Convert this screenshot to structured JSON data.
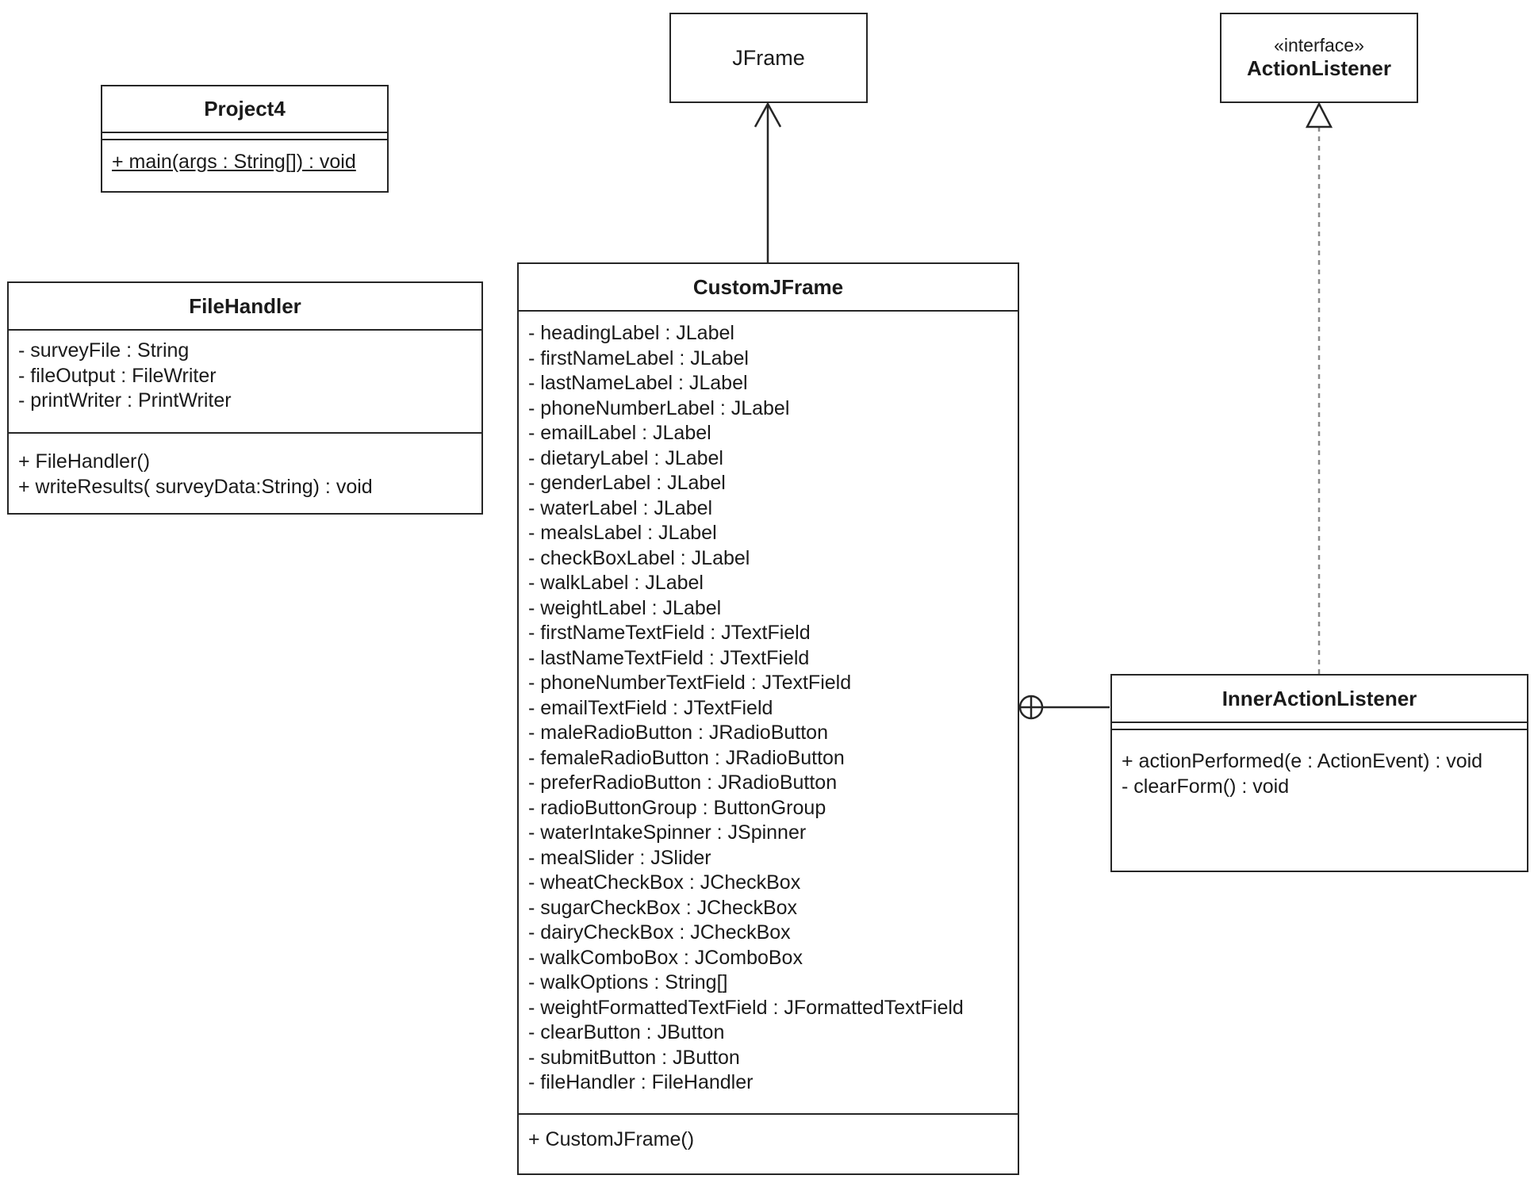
{
  "classes": {
    "project4": {
      "name": "Project4",
      "attributes": [],
      "methods": [
        "+ main(args : String[]) : void"
      ]
    },
    "filehandler": {
      "name": "FileHandler",
      "attributes": [
        "- surveyFile : String",
        "- fileOutput : FileWriter",
        "- printWriter : PrintWriter"
      ],
      "methods": [
        "+ FileHandler()",
        "+ writeResults( surveyData:String) : void"
      ]
    },
    "jframe": {
      "name": "JFrame"
    },
    "actionlistener": {
      "stereotype": "«interface»",
      "name": "ActionListener"
    },
    "customjframe": {
      "name": "CustomJFrame",
      "attributes": [
        "- headingLabel : JLabel",
        "- firstNameLabel : JLabel",
        "- lastNameLabel : JLabel",
        "- phoneNumberLabel : JLabel",
        "- emailLabel : JLabel",
        "- dietaryLabel : JLabel",
        "- genderLabel : JLabel",
        "- waterLabel : JLabel",
        "- mealsLabel : JLabel",
        "- checkBoxLabel : JLabel",
        "- walkLabel : JLabel",
        "- weightLabel : JLabel",
        "- firstNameTextField : JTextField",
        "- lastNameTextField : JTextField",
        "- phoneNumberTextField : JTextField",
        "- emailTextField : JTextField",
        "- maleRadioButton : JRadioButton",
        "- femaleRadioButton : JRadioButton",
        "- preferRadioButton : JRadioButton",
        "- radioButtonGroup : ButtonGroup",
        "- waterIntakeSpinner : JSpinner",
        "- mealSlider : JSlider",
        "- wheatCheckBox : JCheckBox",
        "- sugarCheckBox : JCheckBox",
        "- dairyCheckBox : JCheckBox",
        "- walkComboBox : JComboBox",
        "- walkOptions : String[]",
        "- weightFormattedTextField : JFormattedTextField",
        "- clearButton : JButton",
        "- submitButton : JButton",
        "- fileHandler : FileHandler"
      ],
      "methods": [
        "+ CustomJFrame()"
      ]
    },
    "inneractionlistener": {
      "name": "InnerActionListener",
      "attributes": [],
      "methods": [
        "+ actionPerformed(e : ActionEvent) : void",
        "- clearForm() : void"
      ]
    }
  },
  "relations": [
    {
      "type": "generalization",
      "from": "CustomJFrame",
      "to": "JFrame"
    },
    {
      "type": "realization",
      "from": "InnerActionListener",
      "to": "ActionListener"
    },
    {
      "type": "nesting",
      "from": "InnerActionListener",
      "to": "CustomJFrame"
    }
  ],
  "colors": {
    "line": "#262626",
    "dashed": "#8c8c8c",
    "background": "#ffffff"
  }
}
